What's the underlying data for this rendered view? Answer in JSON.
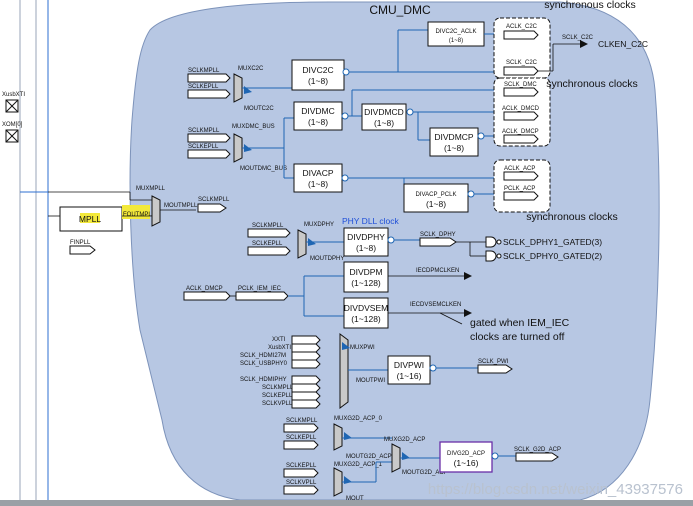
{
  "region_title": "CMU_DMC",
  "left_pins": [
    {
      "label": "XusbXTI"
    },
    {
      "label": "XOM[0]"
    }
  ],
  "mpll": {
    "label": "MPLL",
    "fout": "FOUTMPLL",
    "fin": "FINPLL"
  },
  "mux_mpll": {
    "label": "MUXMPLL",
    "out": "MOUTMPLL",
    "sclk": "SCLKMPLL"
  },
  "c2c": {
    "mux": "MUXC2C",
    "inputs": [
      "SCLKMPLL",
      "SCLKEPLL"
    ],
    "mout": "MOUTC2C",
    "div": {
      "name": "DIVC2C",
      "range": "(1~8)"
    },
    "div_aclk": {
      "name": "DIVC2C_ACLK",
      "range": "(1~8)"
    },
    "outputs": [
      "ACLK_C2C",
      "SCLK_C2C"
    ],
    "tap": "SCLK_C2C",
    "gated": "CLKEN_C2C",
    "sync": "synchronous clocks"
  },
  "dmc": {
    "mux": "MUXDMC_BUS",
    "inputs": [
      "SCLKMPLL",
      "SCLKEPLL"
    ],
    "mout": "MOUTDMC_BUS",
    "div": {
      "name": "DIVDMC",
      "range": "(1~8)"
    },
    "div_dmcd": {
      "name": "DIVDMCD",
      "range": "(1~8)"
    },
    "div_dmcp": {
      "name": "DIVDMCP",
      "range": "(1~8)"
    },
    "outputs": [
      "SCLK_DMC",
      "ACLK_DMCD",
      "ACLK_DMCP"
    ],
    "sync": "synchronous clocks"
  },
  "acp": {
    "div": {
      "name": "DIVACP",
      "range": "(1~8)"
    },
    "div_pclk": {
      "name": "DIVACP_PCLK",
      "range": "(1~8)"
    },
    "outputs": [
      "ACLK_ACP",
      "PCLK_ACP"
    ],
    "sync": "synchronous clocks"
  },
  "dphy": {
    "mux": "MUXDPHY",
    "inputs": [
      "SCLKMPLL",
      "SCLKEPLL"
    ],
    "mout": "MOUTDPHY",
    "phy_note": "PHY DLL clock",
    "div": {
      "name": "DIVDPHY",
      "range": "(1~8)"
    },
    "sclk": "SCLK_DPHY",
    "gated": [
      "SCLK_DPHY1_GATED(3)",
      "SCLK_DPHY0_GATED(2)"
    ]
  },
  "iem": {
    "inputs": [
      "ACLK_DMCP",
      "PCLK_IEM_IEC"
    ],
    "div_dpm": {
      "name": "DIVDPM",
      "range": "(1~128)",
      "out": "IECDPMCLKEN"
    },
    "div_dvsem": {
      "name": "DIVDVSEM",
      "range": "(1~128)",
      "out": "IECDVSEMCLKEN"
    },
    "note": [
      "gated when IEM_IEC",
      "clocks are turned off"
    ]
  },
  "pwi": {
    "mux": "MUXPWI",
    "inputs": [
      "XXTI",
      "XusbXTI",
      "SCLK_HDMI27M",
      "SCLK_USBPHY0",
      "SCLK_HDMIPHY",
      "SCLKMPLL",
      "SCLKEPLL",
      "SCLKVPLL"
    ],
    "mout": "MOUTPWI",
    "div": {
      "name": "DIVPWI",
      "range": "(1~16)"
    },
    "out": "SCLK_PWI"
  },
  "g2d": {
    "mux0": "MUXG2D_ACP_0",
    "mux1": "MUXG2D_ACP_1",
    "mux": "MUXG2D_ACP",
    "inputs0": [
      "SCLKMPLL",
      "SCLKEPLL"
    ],
    "inputs1": [
      "SCLKEPLL",
      "SCLKVPLL"
    ],
    "mout0": "MOUTG2D_ACP_0",
    "mout1": "MOUTG2D_ACP_1",
    "mout": "MOUTG2D_ACP",
    "mout1_partial": "MOUT",
    "div": {
      "name": "DIVG2D_ACP",
      "range": "(1~16)"
    },
    "out": "SCLK_G2D_ACP"
  },
  "watermark": "https://blog.csdn.net/weixin_43937576",
  "colors": {
    "region": "#b7c7e3",
    "wire": "#1f66b3",
    "highlight": "#f3e93a",
    "g2d_div_border": "#6a2fa8"
  }
}
